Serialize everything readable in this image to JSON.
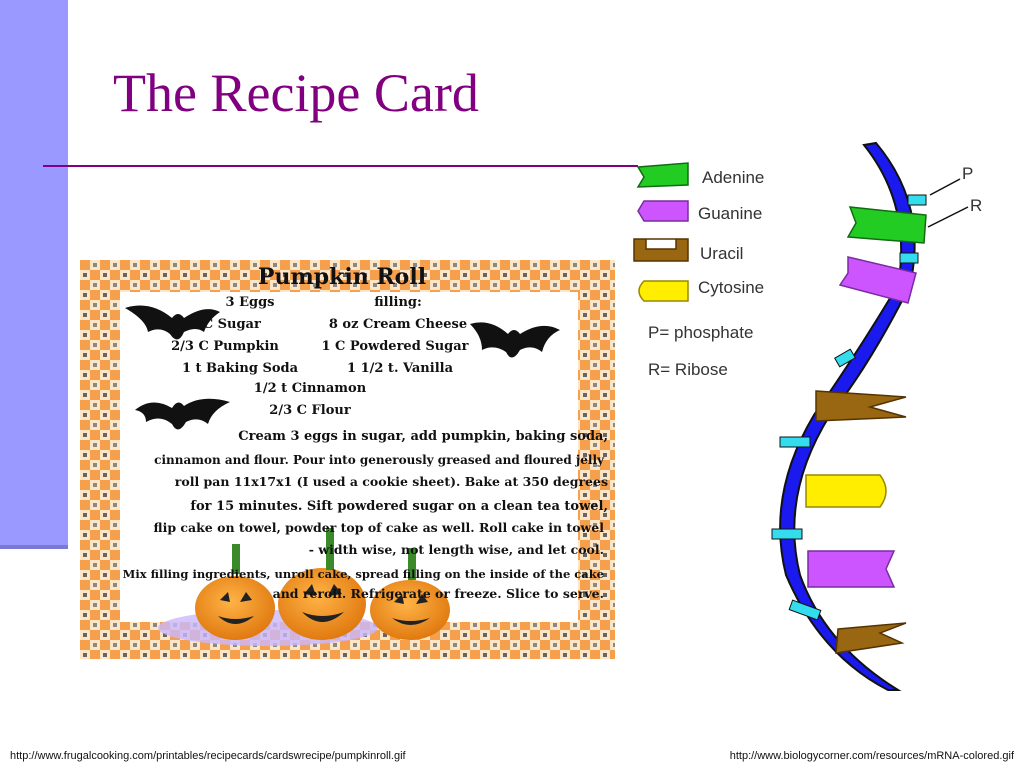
{
  "slide": {
    "title": "The Recipe Card"
  },
  "recipe": {
    "heading": "Pumpkin Roll",
    "left_ingredients": [
      "3 Eggs",
      "1 C Sugar",
      "2/3 C Pumpkin",
      "1 t Baking Soda"
    ],
    "filling_header": "filling:",
    "filling_ingredients": [
      "8 oz Cream Cheese",
      "1 C Powdered Sugar",
      "1 1/2 t. Vanilla"
    ],
    "center_ingredients": [
      "1/2 t Cinnamon",
      "2/3 C Flour"
    ],
    "instructions": [
      "Cream 3 eggs in sugar, add pumpkin, baking soda,",
      "cinnamon and flour. Pour into generously greased and floured jelly",
      "roll pan 11x17x1 (I used a cookie sheet). Bake at 350 degrees",
      "for 15 minutes. Sift powdered sugar on a clean tea towel,",
      "flip cake on towel, powder top of cake as well. Roll cake in towel",
      "- width wise, not length wise, and let cool.",
      "Mix filling ingredients, unroll cake, spread filling on the inside of the cake",
      "and reroll. Refrigerate or freeze. Slice to serve."
    ]
  },
  "mrna": {
    "legend": [
      {
        "label": "Adenine",
        "color": "#22cc22"
      },
      {
        "label": "Guanine",
        "color": "#cc55ff"
      },
      {
        "label": "Uracil",
        "color": "#996611"
      },
      {
        "label": "Cytosine",
        "color": "#ffee00"
      }
    ],
    "key_p": "P= phosphate",
    "key_r": "R= Ribose",
    "label_p": "P",
    "label_r": "R",
    "backbone_color": "#1a1aee",
    "phosphate_color": "#33ddee"
  },
  "sources": {
    "left": "http://www.frugalcooking.com/printables/recipecards/cardswrecipe/pumpkinroll.gif",
    "right": "http://www.biologycorner.com/resources/mRNA-colored.gif"
  }
}
